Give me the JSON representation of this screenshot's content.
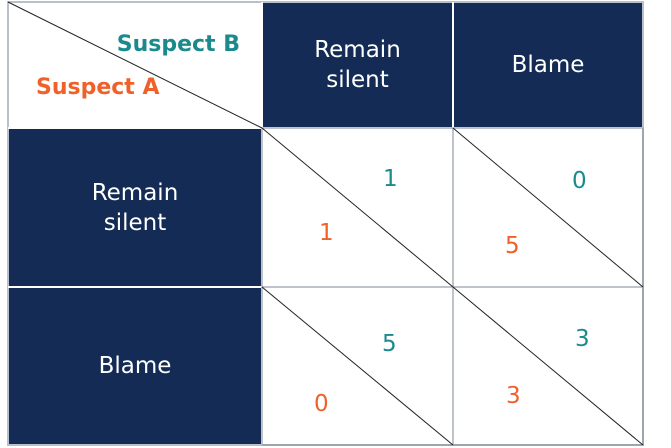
{
  "corner": {
    "column_player": "Suspect B",
    "row_player": "Suspect A"
  },
  "columns": [
    "Remain\nsilent",
    "Blame"
  ],
  "rows": [
    "Remain\nsilent",
    "Blame"
  ],
  "payoffs": [
    [
      {
        "b": "1",
        "a": "1"
      },
      {
        "b": "0",
        "a": "5"
      }
    ],
    [
      {
        "b": "5",
        "a": "0"
      },
      {
        "b": "3",
        "a": "3"
      }
    ]
  ],
  "colors": {
    "header_bg": "#142c55",
    "suspect_a": "#f0612a",
    "suspect_b": "#1a8a8c"
  }
}
